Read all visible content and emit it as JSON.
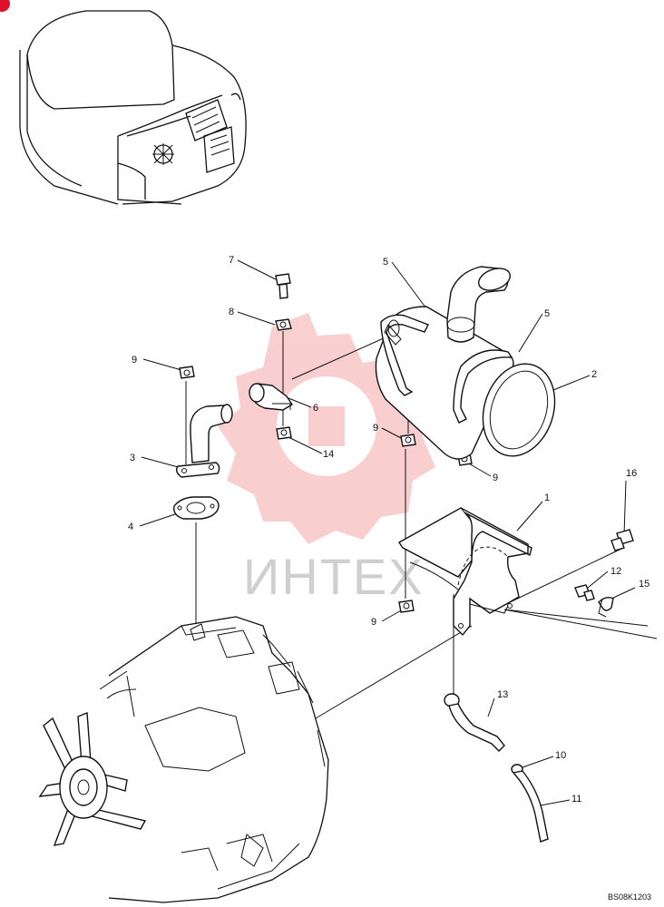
{
  "watermark": {
    "text": "ИНТЕХ",
    "gear_color": "#f4a7a7"
  },
  "drawing_code": "BS08K1203",
  "callouts": [
    {
      "id": "c1",
      "text": "1"
    },
    {
      "id": "c2",
      "text": "2"
    },
    {
      "id": "c3",
      "text": "3"
    },
    {
      "id": "c4",
      "text": "4"
    },
    {
      "id": "c5a",
      "text": "5"
    },
    {
      "id": "c5b",
      "text": "5"
    },
    {
      "id": "c6",
      "text": "6"
    },
    {
      "id": "c7",
      "text": "7"
    },
    {
      "id": "c8",
      "text": "8"
    },
    {
      "id": "c9a",
      "text": "9"
    },
    {
      "id": "c9b",
      "text": "9"
    },
    {
      "id": "c9c",
      "text": "9"
    },
    {
      "id": "c9d",
      "text": "9"
    },
    {
      "id": "c10",
      "text": "10"
    },
    {
      "id": "c11",
      "text": "11"
    },
    {
      "id": "c12",
      "text": "12"
    },
    {
      "id": "c13",
      "text": "13"
    },
    {
      "id": "c14",
      "text": "14"
    },
    {
      "id": "c15",
      "text": "15"
    },
    {
      "id": "c16",
      "text": "16"
    }
  ],
  "colors": {
    "line": "#111111",
    "corner_marker": "#e0102a"
  }
}
